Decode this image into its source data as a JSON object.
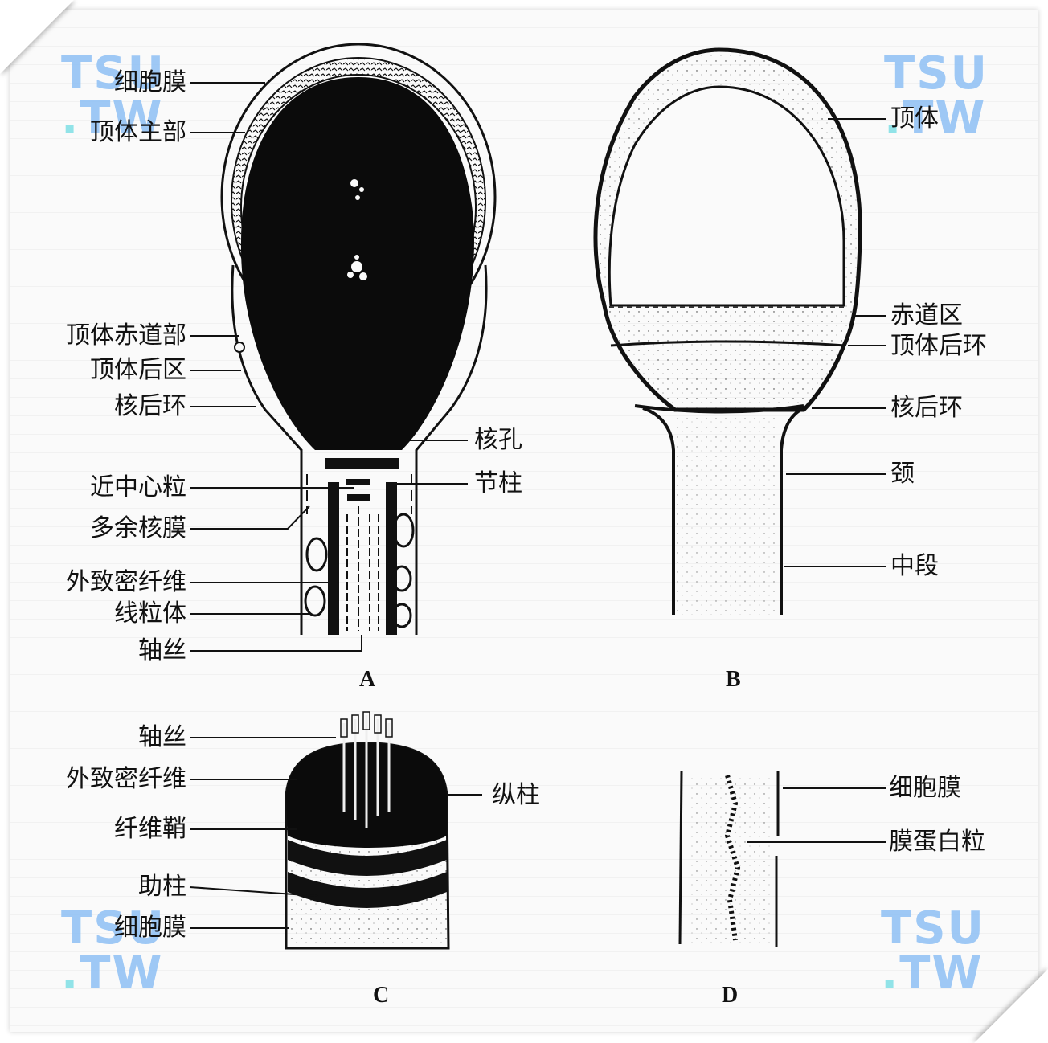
{
  "figure": {
    "panels": [
      {
        "id": "A",
        "letter": "A",
        "labels_left": [
          "细胞膜",
          "顶体主部",
          "顶体赤道部",
          "顶体后区",
          "核后环",
          "近中心粒",
          "多余核膜",
          "外致密纤维",
          "线粒体",
          "轴丝"
        ],
        "labels_right": [
          "核孔",
          "节柱"
        ]
      },
      {
        "id": "B",
        "letter": "B",
        "labels_right": [
          "顶体",
          "赤道区",
          "顶体后环",
          "核后环",
          "颈",
          "中段"
        ]
      },
      {
        "id": "C",
        "letter": "C",
        "labels_left": [
          "轴丝",
          "外致密纤维",
          "纤维鞘",
          "助柱",
          "细胞膜"
        ],
        "labels_right": [
          "纵柱"
        ]
      },
      {
        "id": "D",
        "letter": "D",
        "labels_right": [
          "细胞膜",
          "膜蛋白粒"
        ]
      }
    ]
  },
  "watermark": {
    "line1": "TSU",
    "line2": "TW",
    "dot": "."
  },
  "colors": {
    "ink": "#111111",
    "paper": "#fafafa",
    "watermark": "#8ec0f5"
  }
}
